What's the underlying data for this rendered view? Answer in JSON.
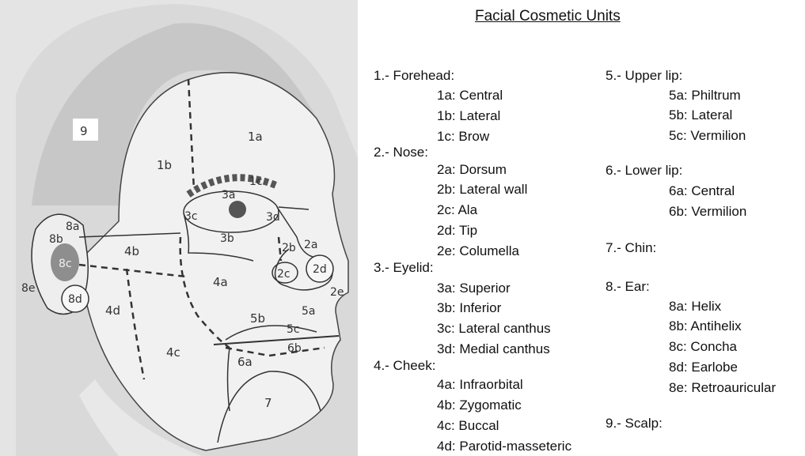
{
  "title": "Facial Cosmetic Units",
  "units": [
    {
      "label": "1.- Forehead:",
      "subs": [
        "1a: Central",
        "1b: Lateral",
        "1c: Brow"
      ]
    },
    {
      "label": "2.- Nose:",
      "subs": [
        "2a: Dorsum",
        "2b: Lateral wall",
        "2c: Ala",
        "2d: Tip",
        "2e: Columella"
      ]
    },
    {
      "label": "3.- Eyelid:",
      "subs": [
        "3a: Superior",
        "3b: Inferior",
        "3c: Lateral canthus",
        "3d: Medial canthus"
      ]
    },
    {
      "label": "4.- Cheek:",
      "subs": [
        "4a: Infraorbital",
        "4b: Zygomatic",
        "4c: Buccal",
        "4d: Parotid-masseteric"
      ]
    },
    {
      "label": "5.- Upper lip:",
      "subs": [
        "5a: Philtrum",
        "5b: Lateral",
        "5c: Vermilion"
      ]
    },
    {
      "label": "6.- Lower lip:",
      "subs": [
        "6a: Central",
        "6b: Vermilion"
      ]
    },
    {
      "label": "7.- Chin:",
      "subs": []
    },
    {
      "label": "8.- Ear:",
      "subs": [
        "8a: Helix",
        "8b: Antihelix",
        "8c: Concha",
        "8d: Earlobe",
        "8e: Retroauricular"
      ]
    },
    {
      "label": "9.- Scalp:",
      "subs": []
    }
  ],
  "figure_labels": {
    "l9": "9",
    "l1a": "1a",
    "l1b": "1b",
    "l1c": "1c",
    "l2a": "2a",
    "l2b": "2b",
    "l2c": "2c",
    "l2d": "2d",
    "l2e": "2e",
    "l3a": "3a",
    "l3b": "3b",
    "l3c": "3c",
    "l3d": "3d",
    "l4a": "4a",
    "l4b": "4b",
    "l4c": "4c",
    "l4d": "4d",
    "l5a": "5a",
    "l5b": "5b",
    "l5c": "5c",
    "l6a": "6a",
    "l6b": "6b",
    "l7": "7",
    "l8a": "8a",
    "l8b": "8b",
    "l8c": "8c",
    "l8d": "8d",
    "l8e": "8e"
  }
}
